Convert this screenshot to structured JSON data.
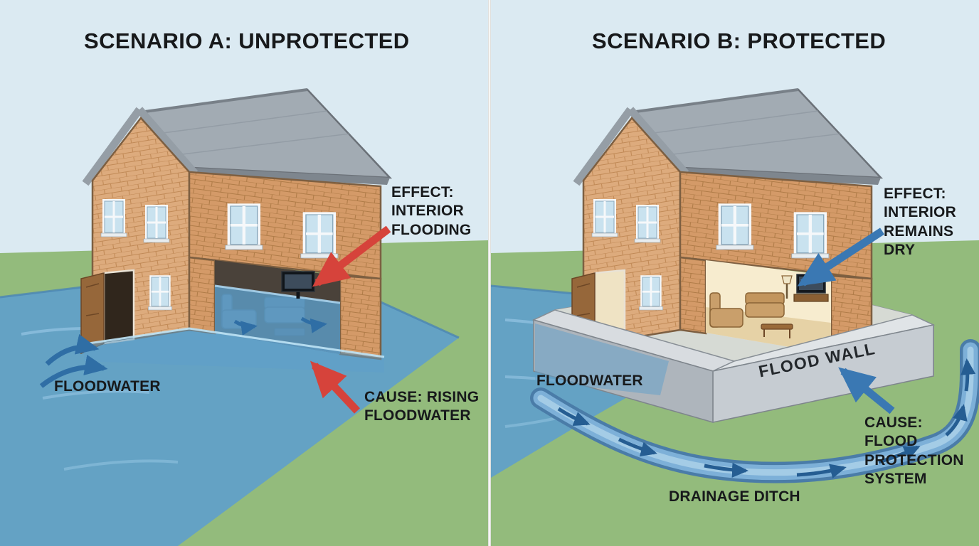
{
  "palette": {
    "sky": "#dbeaf2",
    "grass": "#93bb7c",
    "floodwater": "#5f9fca",
    "brick_light": "#ddab7d",
    "brick_dark": "#d49a68",
    "roof_gray": "#a2abb3",
    "wall_concrete": "#c6ccd2",
    "arrow_red": "#d6433b",
    "arrow_blue": "#3a78b3",
    "text": "#17191b"
  },
  "panel_a": {
    "title": "SCENARIO A: UNPROTECTED",
    "effect_label": "EFFECT:\nINTERIOR\nFLOODING",
    "cause_label": "CAUSE: RISING\nFLOODWATER",
    "floodwater_label": "FLOODWATER"
  },
  "panel_b": {
    "title": "SCENARIO B: PROTECTED",
    "effect_label": "EFFECT:\nINTERIOR\nREMAINS DRY",
    "cause_label": "CAUSE: FLOOD\nPROTECTION\nSYSTEM",
    "floodwater_label": "FLOODWATER",
    "flood_wall_label": "FLOOD WALL",
    "drainage_label": "DRAINAGE DITCH"
  }
}
